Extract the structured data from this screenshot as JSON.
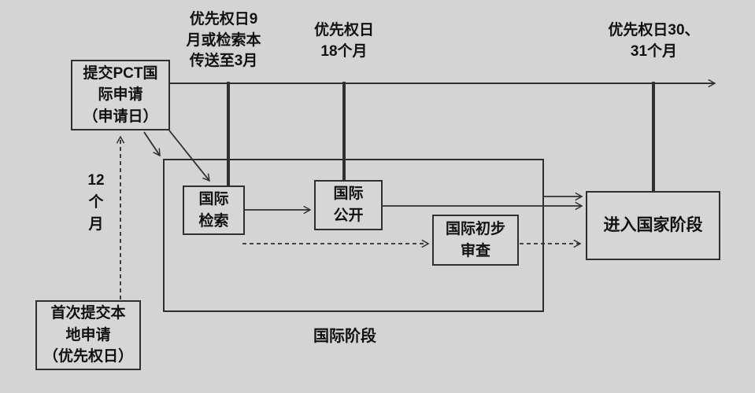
{
  "diagram": {
    "title_semantic": "PCT international patent application timeline",
    "background_color": "#d4d4d4",
    "line_color": "#2f2f2f",
    "text_color": "#111111"
  },
  "timeline_labels": {
    "nine_months": "优先权日9\n月或检索本\n传送至3月",
    "eighteen_months": "优先权日\n18个月",
    "thirty_months": "优先权日30、\n31个月"
  },
  "boxes": {
    "pct_application": "提交PCT国\n际申请\n（申请日）",
    "local_filing": "首次提交本\n地申请\n（优先权日）",
    "international_search": "国际\n检索",
    "international_publication": "国际\n公开",
    "preliminary_examination": "国际初步\n审查",
    "national_phase": "进入国家阶段"
  },
  "annotations": {
    "twelve_months": "12\n个\n月",
    "international_phase": "国际阶段"
  }
}
